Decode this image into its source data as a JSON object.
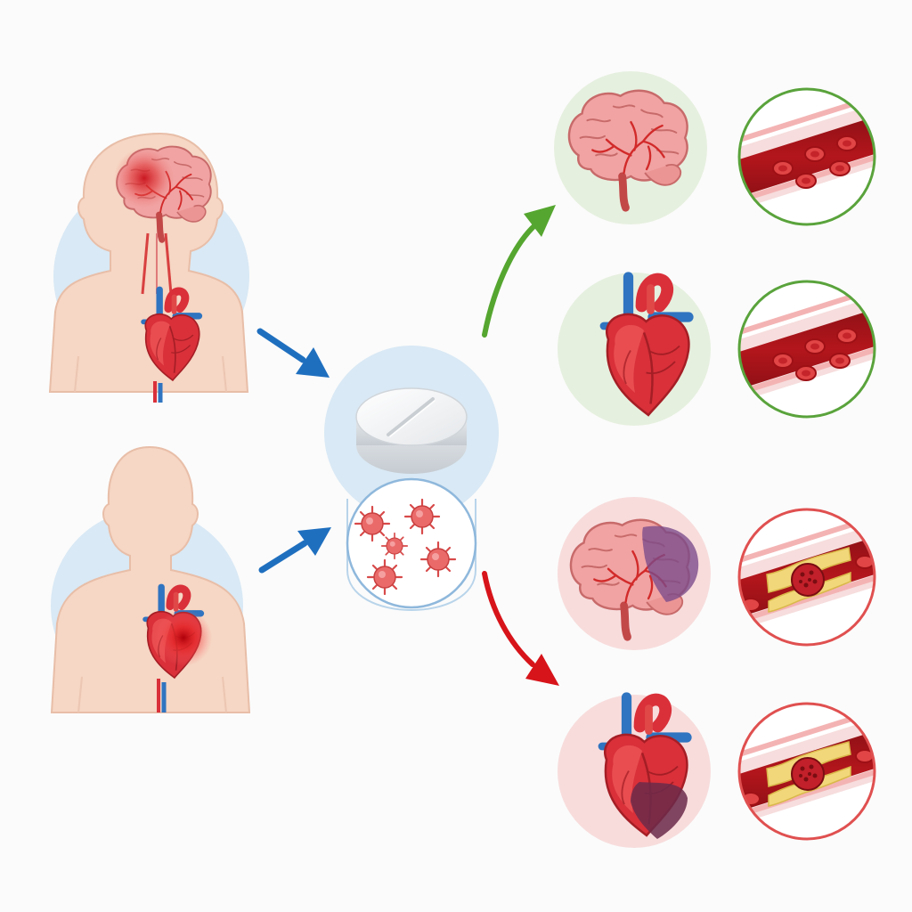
{
  "colors": {
    "background": "#fbfbfb",
    "skin": "#f6d6c4",
    "skin_outline": "#e4b8a2",
    "halo_blue": "#d9e9f5",
    "heart_red": "#d9303a",
    "heart_light": "#ef5a5a",
    "vessel_blue": "#2f74c0",
    "arrow_blue": "#1f6fbf",
    "arrow_green": "#55a630",
    "arrow_red": "#d7141a",
    "good_ring": "#5aa33c",
    "good_bg": "#e6f0df",
    "bad_ring": "#e05050",
    "bad_bg": "#f8dcdc",
    "brain_pink": "#f1a3a3",
    "infarct_purple": "#7a4a8a",
    "plaque_yellow": "#f2d77a",
    "blood_cell": "#e14545"
  },
  "patients": [
    {
      "id": "stroke-patient",
      "lesion": "brain"
    },
    {
      "id": "mi-patient",
      "lesion": "heart"
    }
  ],
  "center": {
    "pill": "pill-icon",
    "platelets": "platelet-icon"
  },
  "outcomes": [
    {
      "id": "brain-protected",
      "organ": "brain",
      "status": "good"
    },
    {
      "id": "heart-protected",
      "organ": "heart",
      "status": "good"
    },
    {
      "id": "brain-infarct",
      "organ": "brain",
      "status": "bad"
    },
    {
      "id": "heart-infarct",
      "organ": "heart",
      "status": "bad"
    }
  ]
}
